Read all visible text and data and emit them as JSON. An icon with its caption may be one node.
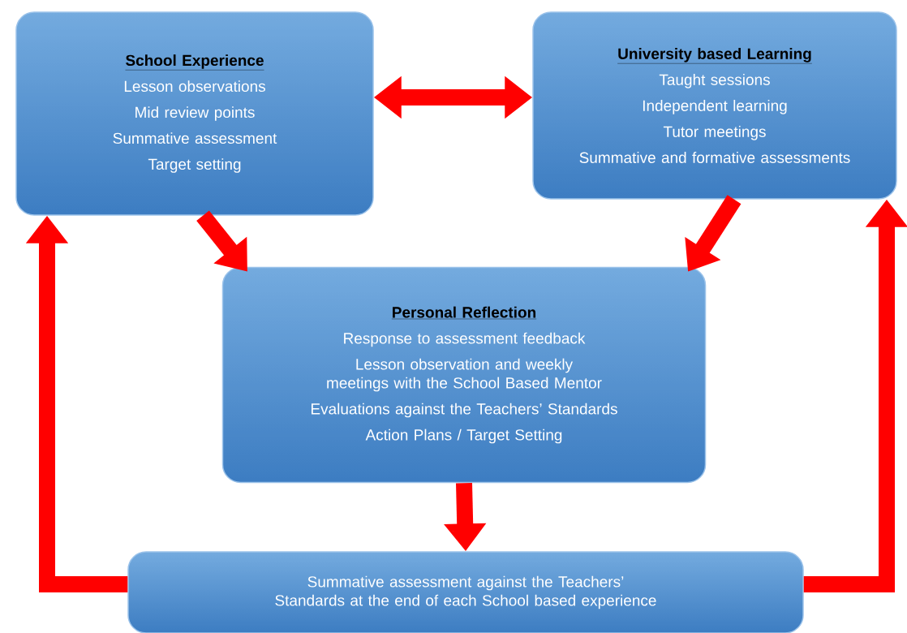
{
  "diagram": {
    "nodes": [
      {
        "text": [
          "School Experience",
          "Lesson observations",
          "Mid review points",
          "Summative assessment",
          "Target setting"
        ]
      },
      {
        "text": [
          "University based Learning",
          "Taught sessions",
          "Independent learning",
          "Tutor meetings",
          "Summative and formative assessments"
        ]
      },
      {
        "text": [
          "Personal Reflection",
          "Response to assessment feedback",
          "Lesson observation and weekly meetings with the School Based Mentor",
          "Evaluations against the Teachers’ Standards",
          "Action Plans / Target Setting"
        ]
      },
      {
        "text": [
          "Summative assessment against the Teachers’ Standards at the end of each School based experience"
        ]
      }
    ],
    "edges": [
      {
        "from": 0,
        "to": 1,
        "arrow": "both"
      },
      {
        "from": 0,
        "to": 2,
        "arrow": "to"
      },
      {
        "from": 1,
        "to": 2,
        "arrow": "to"
      },
      {
        "from": 2,
        "to": 3,
        "arrow": "to"
      },
      {
        "from": 3,
        "to": 0,
        "arrow": "to"
      },
      {
        "from": 3,
        "to": 1,
        "arrow": "to"
      }
    ]
  }
}
